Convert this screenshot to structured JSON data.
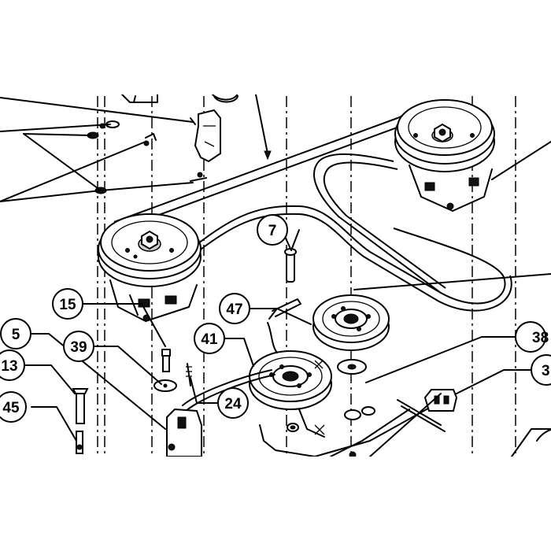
{
  "callouts": {
    "c7": "7",
    "c15": "15",
    "c47": "47",
    "c5": "5",
    "c39": "39",
    "c41": "41",
    "c38": "38",
    "c13": "13",
    "c3": "3",
    "c24": "24",
    "c45": "45"
  }
}
